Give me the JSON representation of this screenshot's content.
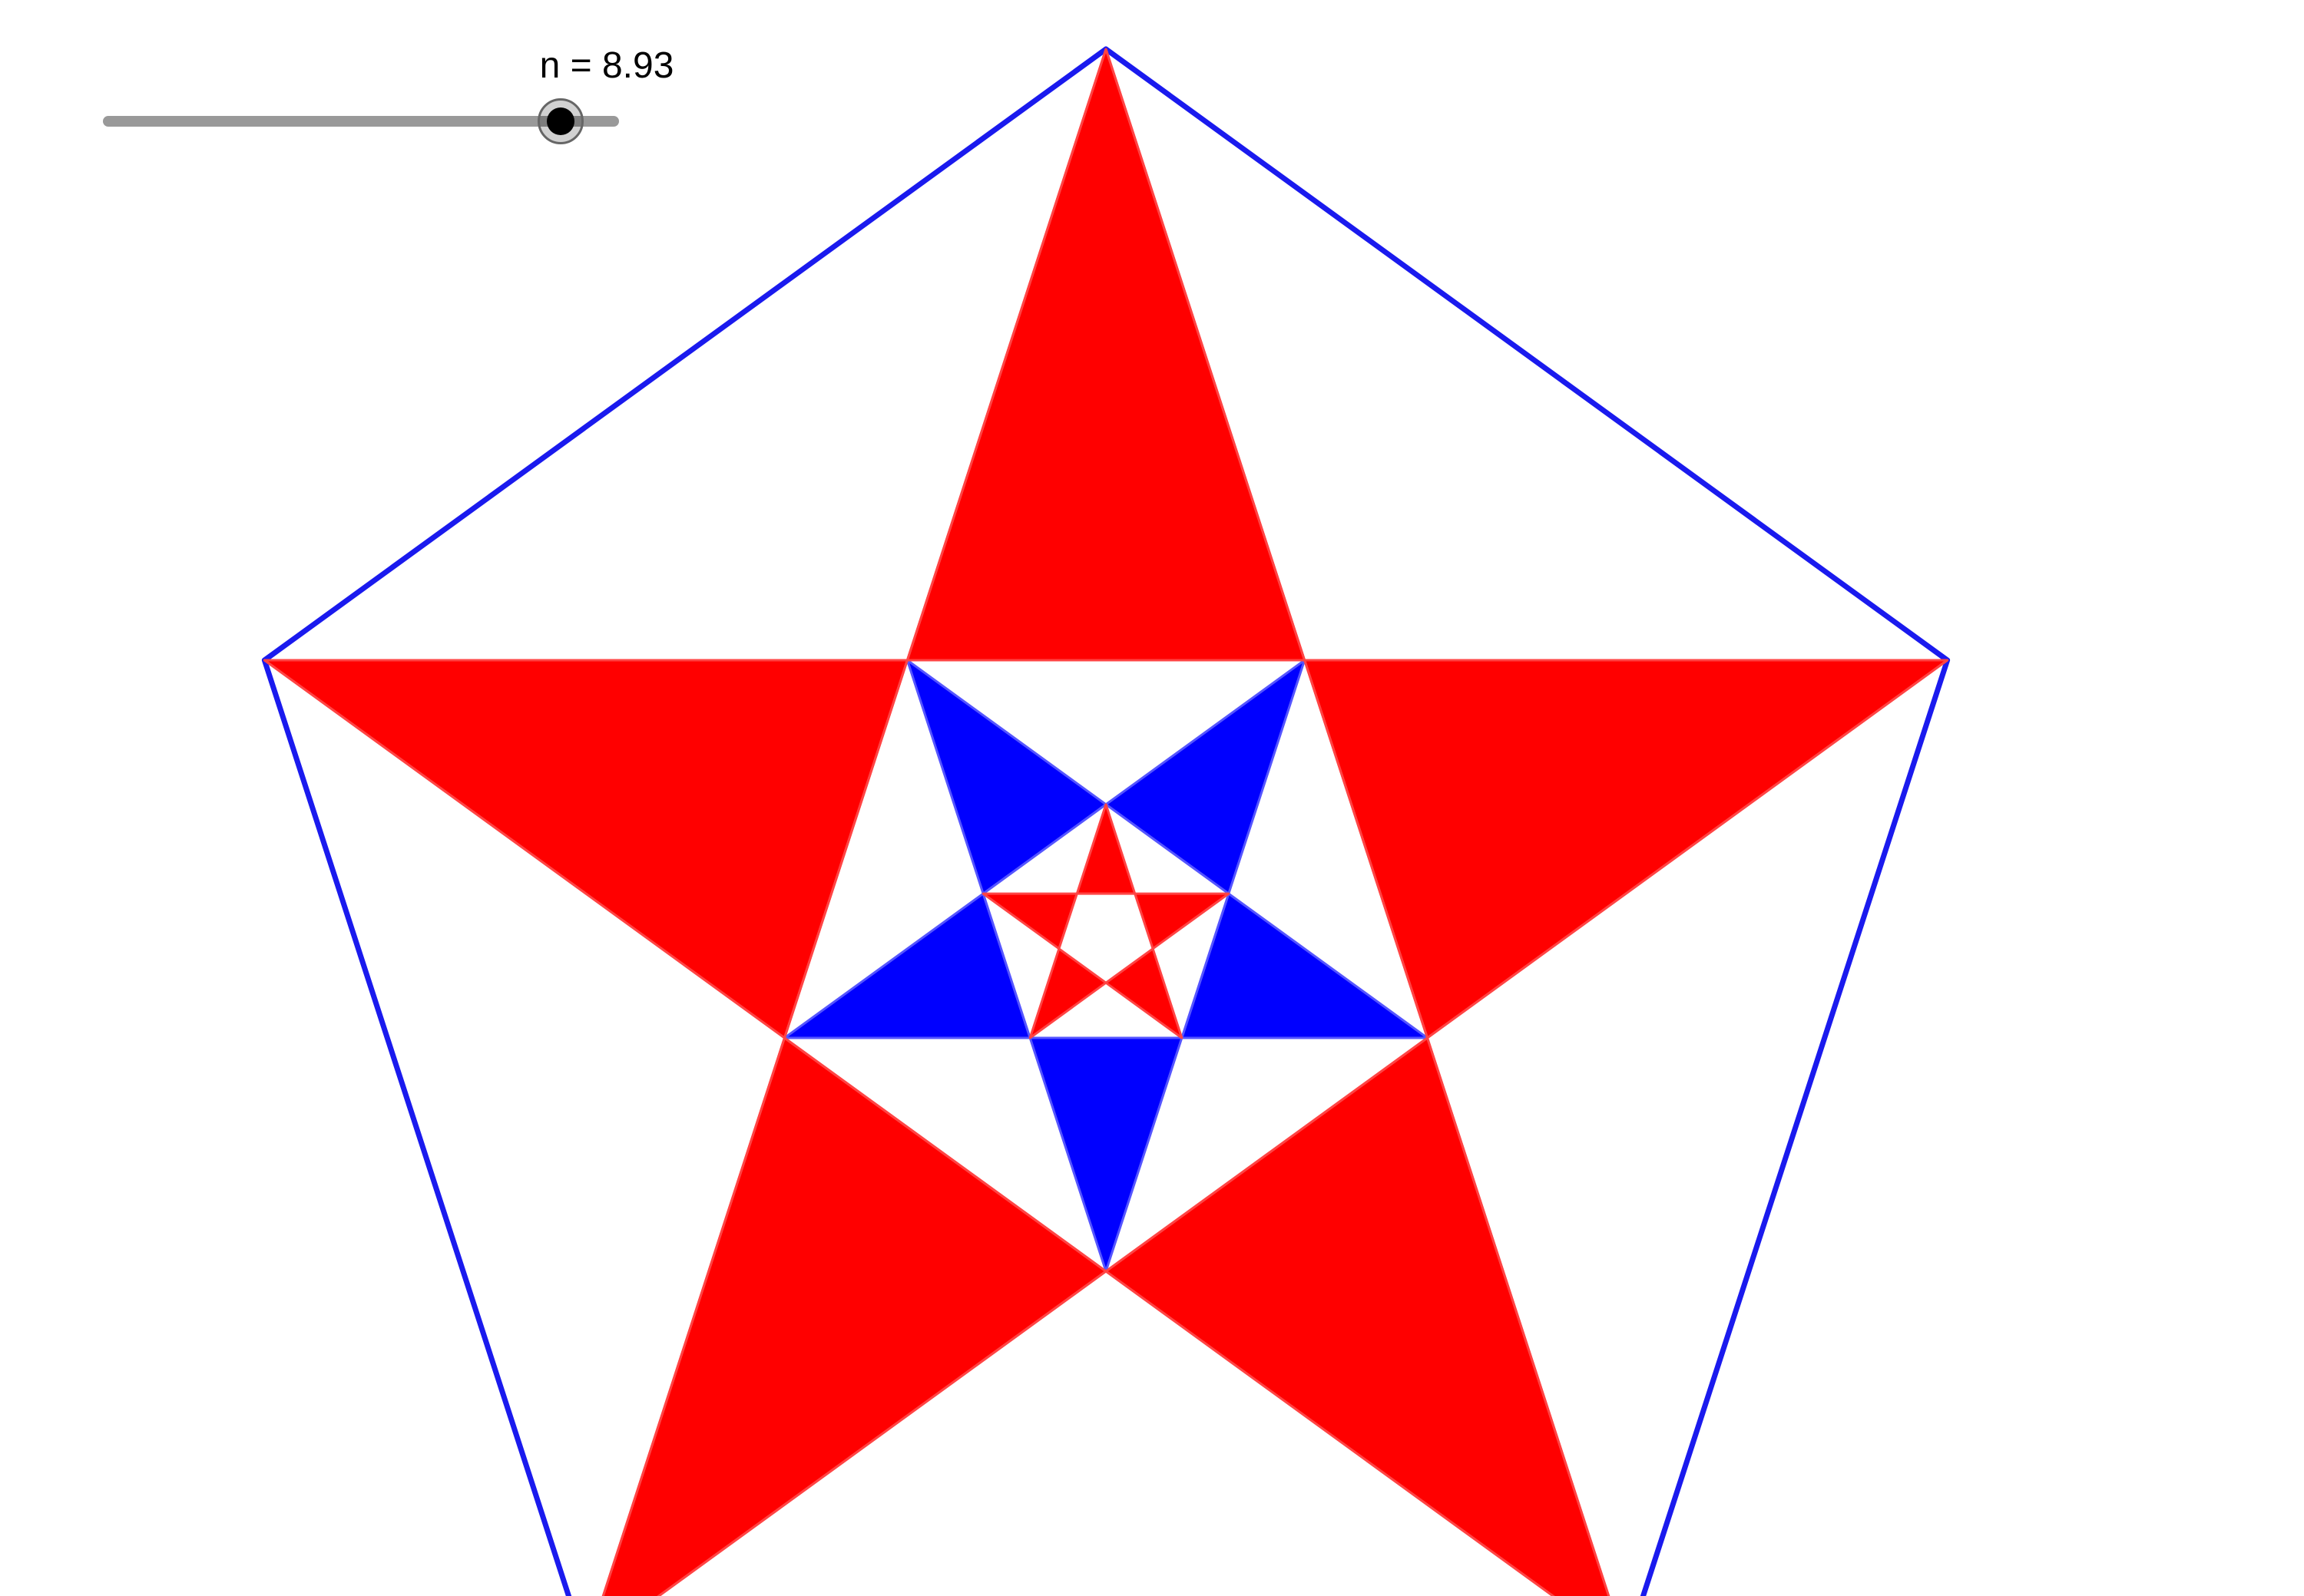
{
  "slider": {
    "name": "n",
    "value": 8.93,
    "label": "n = 8.93",
    "fraction": 0.887
  },
  "colors": {
    "background": "#ffffff",
    "red_fill": "#ff0000",
    "blue_fill": "#0000ff",
    "pentagon_stroke": "#1a1aee",
    "red_stroke": "#ff4444",
    "blue_stroke": "#5555ff",
    "slider_track": "#999999",
    "slider_thumb": "#000000"
  },
  "figure": {
    "shape": "nested pentagrams in a regular pentagon",
    "depth_levels": 3,
    "fill_cycle": [
      "red",
      "blue",
      "red"
    ]
  }
}
